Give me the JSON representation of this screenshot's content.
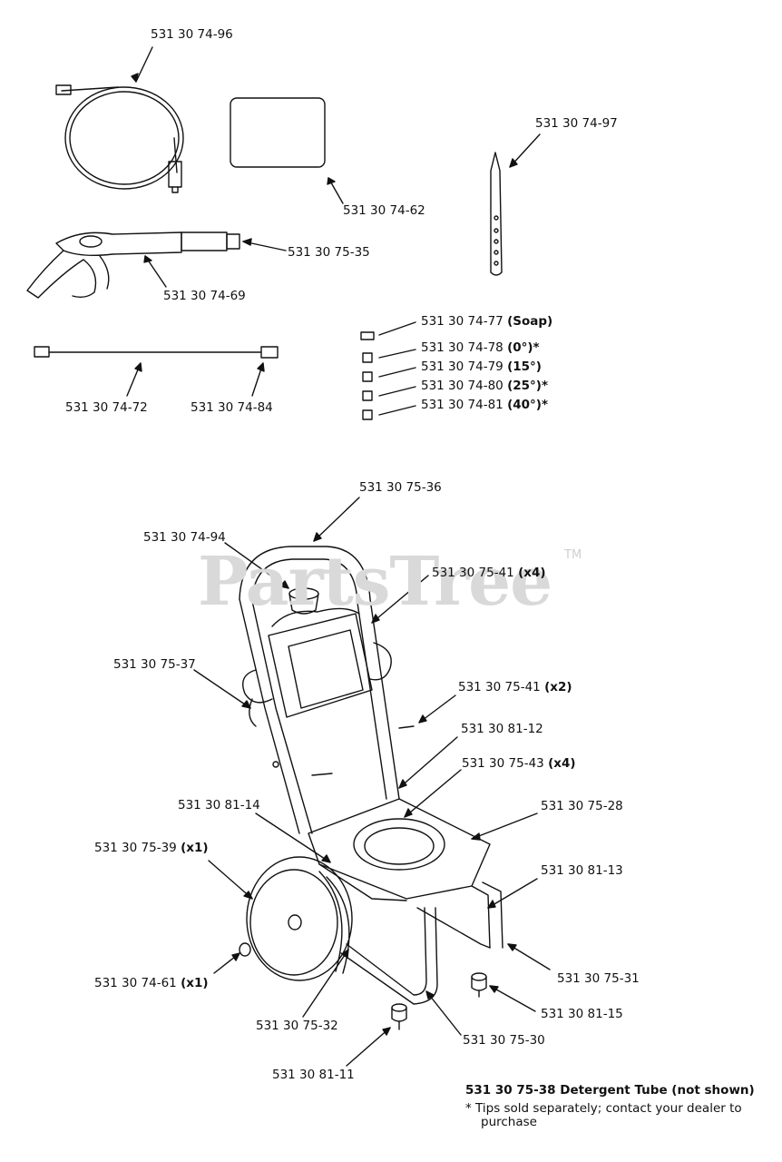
{
  "watermark": "PartsTree",
  "watermark_tm": "TM",
  "labels": {
    "hose": "531 30 74-96",
    "manual": "531 30 74-62",
    "needle": "531 30 74-97",
    "gun_fitting": "531 30 75-35",
    "gun": "531 30 74-69",
    "wand": "531 30 74-72",
    "wand_fitting": "531 30 74-84",
    "tip_soap": {
      "part": "531 30 74-77",
      "qual": "(Soap)"
    },
    "tip_0": {
      "part": "531 30 74-78",
      "qual": "(0°)*"
    },
    "tip_15": {
      "part": "531 30 74-79",
      "qual": "(15°)"
    },
    "tip_25": {
      "part": "531 30 74-80",
      "qual": "(25°)*"
    },
    "tip_40": {
      "part": "531 30 74-81",
      "qual": "(40°)*"
    },
    "frame": "531 30 75-36",
    "cup": "531 30 74-94",
    "screw_x4": {
      "part": "531 30 75-41",
      "qual": "(x4)"
    },
    "hook": "531 30 75-37",
    "screw_x2": {
      "part": "531 30 75-41",
      "qual": "(x2)"
    },
    "p8112": "531 30 81-12",
    "p7543": {
      "part": "531 30 75-43",
      "qual": "(x4)"
    },
    "p8114": "531 30 81-14",
    "base": "531 30 75-28",
    "wheel": {
      "part": "531 30 75-39",
      "qual": "(x1)"
    },
    "p8113": "531 30 81-13",
    "hubcap": {
      "part": "531 30 74-61",
      "qual": "(x1)"
    },
    "p7531": "531 30 75-31",
    "p8115": "531 30 81-15",
    "axle": "531 30 75-32",
    "leg": "531 30 75-30",
    "foot": "531 30 81-11"
  },
  "notes": {
    "detergent": "531 30 75-38 Detergent Tube (not shown)",
    "tips_line1": "*  Tips sold separately; contact your dealer to",
    "tips_line2": "purchase"
  }
}
